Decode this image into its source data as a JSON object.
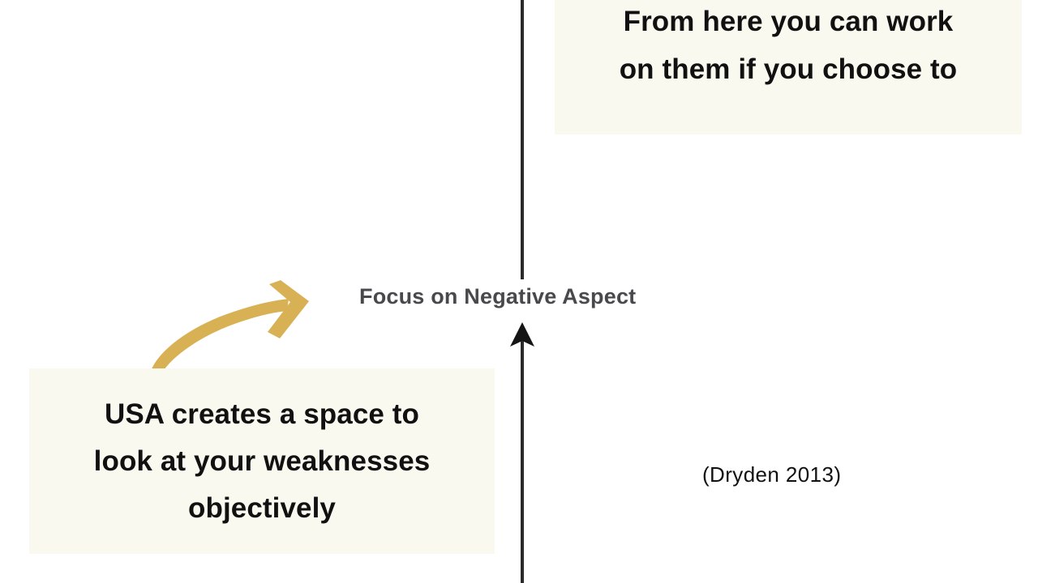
{
  "slide": {
    "background_color": "#ffffff",
    "callout_bg_color": "#faf9ef",
    "accent_color": "#d9b155",
    "stroke_color": "#2b2b2b",
    "axis_label_color": "#3c3c40"
  },
  "callouts": {
    "top_right": {
      "line1": "From here you can work",
      "line2": "on them if you choose to"
    },
    "bottom_left": {
      "line1": "USA creates a space to",
      "line2": "look at your weaknesses",
      "line3": "objectively"
    }
  },
  "axis": {
    "label": "Focus on Negative Aspect"
  },
  "citation": {
    "text": "(Dryden 2013)"
  },
  "icons": {
    "curved_arrow": "curved-arrow-right-icon",
    "up_arrow": "arrow-up-icon",
    "partial_arrow_top": "partial-arrow-icon"
  }
}
